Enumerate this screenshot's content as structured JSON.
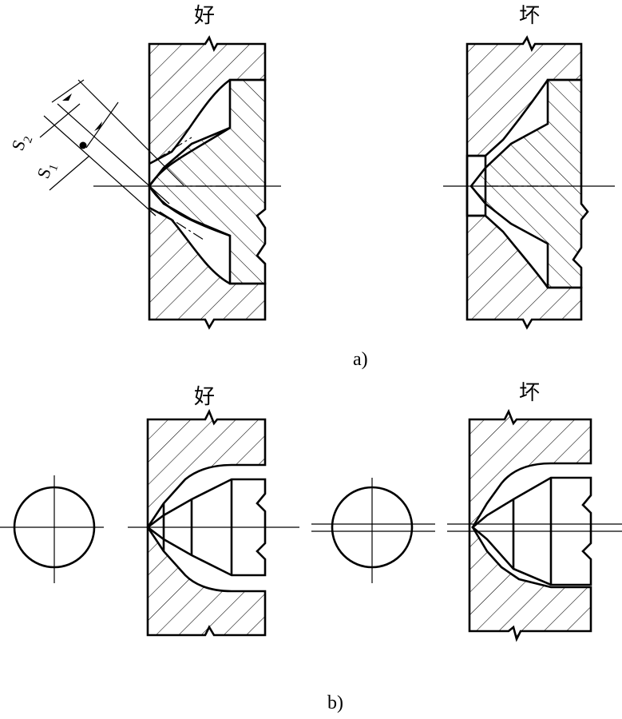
{
  "figure": {
    "panel_a": {
      "caption": "a)",
      "good_label": "好",
      "bad_label": "坏",
      "dimension_s1": "S",
      "dimension_s1_sub": "1",
      "dimension_s2": "S",
      "dimension_s2_sub": "2"
    },
    "panel_b": {
      "caption": "b)",
      "good_label": "好",
      "bad_label": "坏"
    }
  }
}
